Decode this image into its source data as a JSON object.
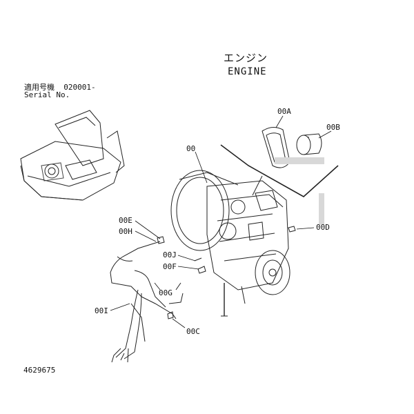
{
  "title": {
    "ja": "エンジン",
    "en": "ENGINE"
  },
  "serial": {
    "label_ja": "適用号機",
    "label_en": "Serial No.",
    "value": "020001-"
  },
  "callouts": {
    "c00": "00",
    "c00A": "00A",
    "c00B": "00B",
    "c00D": "00D",
    "c00E": "00E",
    "c00H": "00H",
    "c00J": "00J",
    "c00F": "00F",
    "c00G": "00G",
    "c00I": "00I",
    "c00C": "00C"
  },
  "footer": {
    "drawing_number": "4629675"
  }
}
